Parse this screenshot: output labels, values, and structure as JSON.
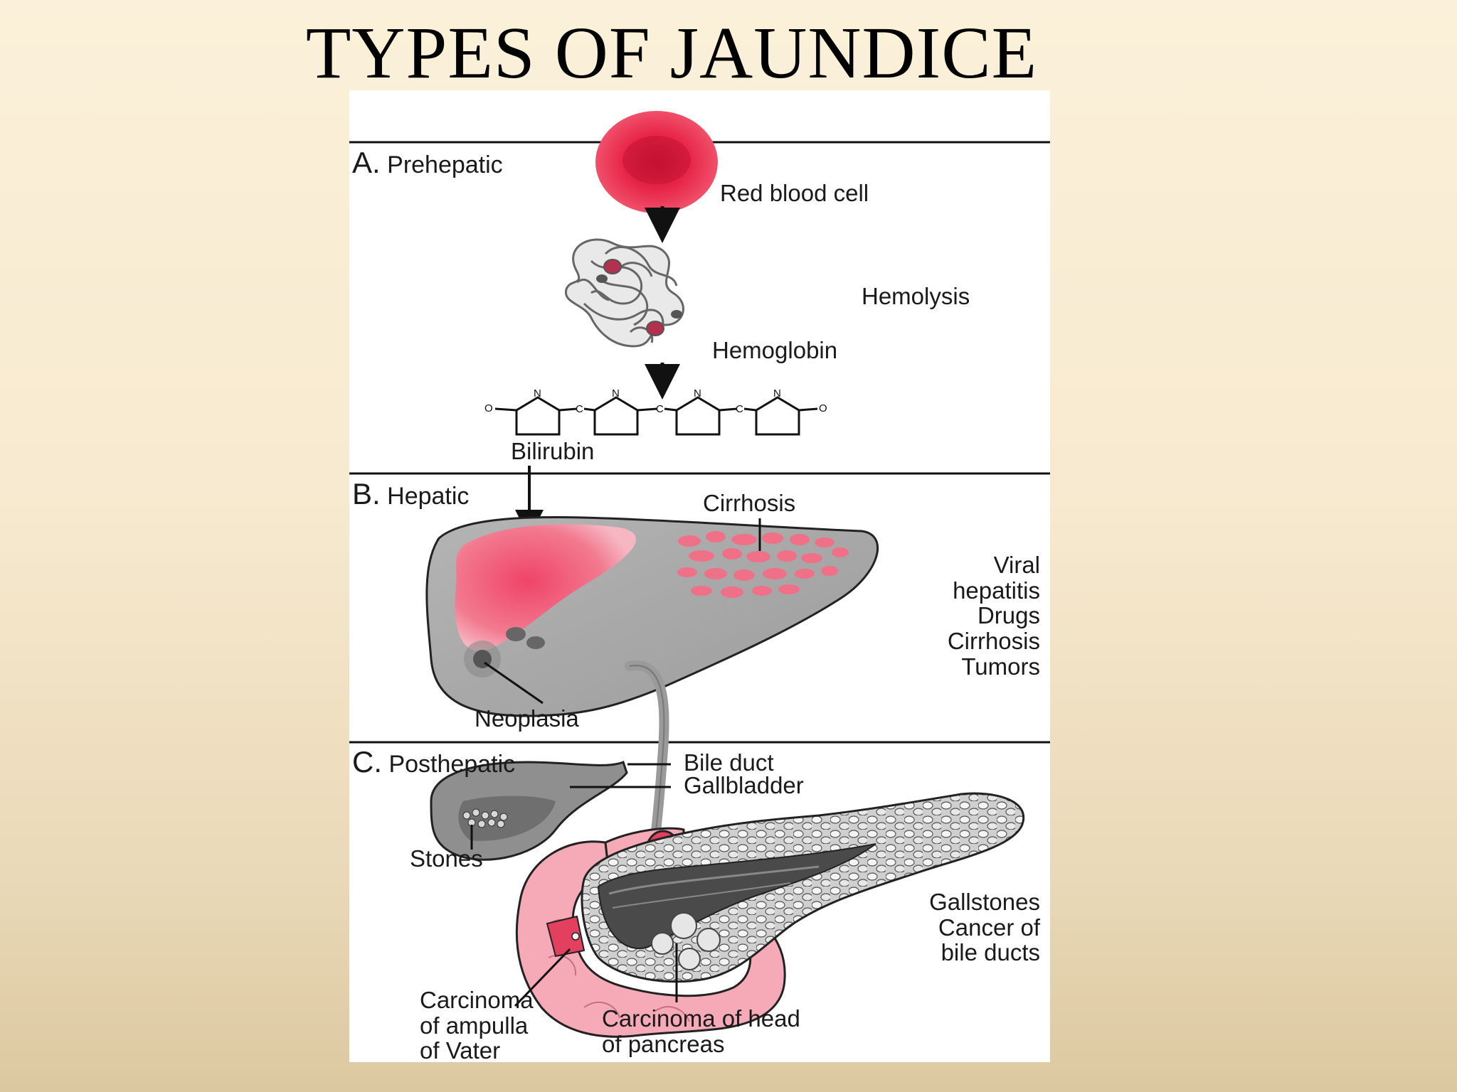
{
  "slide": {
    "title": "TYPES OF JAUNDICE"
  },
  "sections": {
    "a": {
      "letter": "A.",
      "name": "Prehepatic"
    },
    "b": {
      "letter": "B.",
      "name": "Hepatic"
    },
    "c": {
      "letter": "C.",
      "name": "Posthepatic"
    }
  },
  "labels": {
    "red_blood_cell": "Red blood cell",
    "hemolysis": "Hemolysis",
    "hemoglobin": "Hemoglobin",
    "bilirubin": "Bilirubin",
    "cirrhosis_top": "Cirrhosis",
    "neoplasia": "Neoplasia",
    "hepatic_causes": [
      "Viral",
      "hepatitis",
      "Drugs",
      "Cirrhosis",
      "Tumors"
    ],
    "bile_duct": "Bile duct",
    "gallbladder": "Gallbladder",
    "stones": "Stones",
    "posthepatic_causes": [
      "Gallstones",
      "Cancer of",
      "bile ducts"
    ],
    "carcinoma_ampulla": [
      "Carcinoma",
      "of ampulla",
      "of Vater"
    ],
    "carcinoma_pancreas": [
      "Carcinoma of head",
      "of pancreas"
    ]
  },
  "chem": {
    "n": "N",
    "c": "C",
    "o": "O"
  },
  "colors": {
    "rbc": "#e8264a",
    "liver": "#a9a9a9",
    "liver_lesion": "#f0627a",
    "duodenum": "#f6aab8",
    "pancreas": "#bfbfbf"
  }
}
